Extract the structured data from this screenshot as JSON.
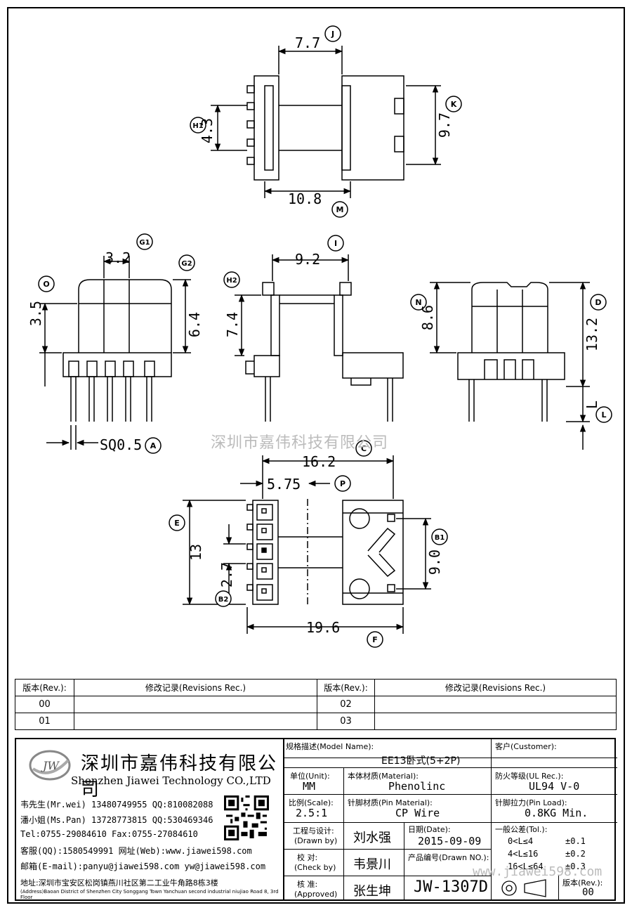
{
  "watermark": "深圳市嘉伟科技有限公司",
  "dims": {
    "d77": "7.7",
    "d43": "4.3",
    "d97": "9.7",
    "d108": "10.8",
    "d32": "3.2",
    "d35": "3.5",
    "d64": "6.4",
    "d92": "9.2",
    "d74": "7.4",
    "d86": "8.6",
    "d132": "13.2",
    "dL": "L",
    "dsq": "SQ0.5",
    "d162": "16.2",
    "d575": "5.75",
    "d13": "13",
    "d27": "2.7",
    "d90": "9.0",
    "d196": "19.6"
  },
  "markers": {
    "J": "J",
    "K": "K",
    "H1": "H1",
    "M": "M",
    "G1": "G1",
    "G2": "G2",
    "O": "O",
    "I": "I",
    "H2": "H2",
    "N": "N",
    "D": "D",
    "L": "L",
    "A": "A",
    "C": "C",
    "P": "P",
    "E": "E",
    "B1": "B1",
    "B2": "B2",
    "F": "F"
  },
  "revisions": {
    "col_rev": "版本(Rev.):",
    "col_rec": "修改记录(Revisions Rec.)",
    "rows": [
      [
        "00",
        "02"
      ],
      [
        "01",
        "03"
      ]
    ]
  },
  "company": {
    "cn": "深圳市嘉伟科技有限公司",
    "en": "Shenzhen Jiawei Technology CO.,LTD",
    "logo": "JW",
    "contacts": [
      "韦先生(Mr.wei) 13480749955 QQ:810082088",
      "潘小姐(Ms.Pan) 13728773815 QQ:530469346",
      "Tel:0755-29084610     Fax:0755-27084610",
      "客服(QQ):1580549991  网址(Web):www.jiawei598.com",
      "邮箱(E-mail):panyu@jiawei598.com  yw@jiawei598.com"
    ],
    "address": "地址:深圳市宝安区松岗镇燕川社区第二工业牛角路8栋3楼",
    "address_en": "(Address)Baoan District of Shenzhen City Songgang Town Yanchuan second industrial niujiao Road 8, 3rd Floor"
  },
  "title": {
    "model_label": "规格描述(Model Name):",
    "model_value": "EE13卧式(5+2P)",
    "customer_label": "客户(Customer):",
    "unit_label": "单位(Unit):",
    "unit_value": "MM",
    "material_label": "本体材质(Material):",
    "material_value": "Phenolinc",
    "ul_label": "防火等级(UL Rec.):",
    "ul_value": "UL94 V-0",
    "scale_label": "比例(Scale):",
    "scale_value": "2.5:1",
    "pin_label": "针脚材质(Pin Material):",
    "pin_value": "CP Wire",
    "load_label": "针脚拉力(Pin Load):",
    "load_value": "0.8KG Min.",
    "drawn_label": "工程与设计:",
    "drawn_label_en": "(Drawn by)",
    "drawn_value": "刘水强",
    "date_label": "日期(Date):",
    "date_value": "2015-09-09",
    "check_label": "校  对:",
    "check_label_en": "(Check by)",
    "check_value": "韦景川",
    "drawno_label": "产品编号(Drawn NO.):",
    "drawno_value": "JW-1307D",
    "approved_label": "核  准:",
    "approved_label_en": "(Approved)",
    "approved_value": "张生坤",
    "tol_label": "一般公差(Tol.):",
    "tol_rows": [
      [
        "0<L≤4",
        "±0.1"
      ],
      [
        "4<L≤16",
        "±0.2"
      ],
      [
        "16<L≤64",
        "±0.3"
      ]
    ],
    "rev_label": "版本(Rev.):",
    "rev_value": "00",
    "url_overlay": "www.jiawei598.com"
  }
}
